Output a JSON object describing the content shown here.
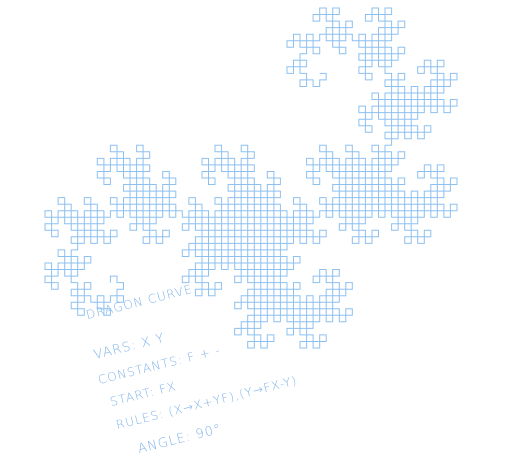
{
  "figure": {
    "stroke_color": "#8ec0f0",
    "text_color": "#7fb3ec"
  },
  "notes": {
    "title": "DRAGON CURVE",
    "vars": "VARS: X Y",
    "constants": "CONSTANTS: F + -",
    "start": "START: FX",
    "rules": "RULES: (X→X+YF),(Y→FX-Y)",
    "angle": "ANGLE: 90°"
  }
}
